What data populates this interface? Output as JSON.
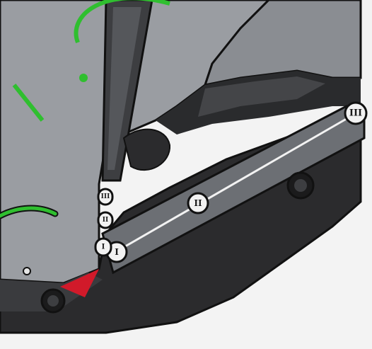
{
  "illustration": {
    "subject": "bicycle frame bottom bracket / motor housing detail",
    "colors": {
      "background": "#f3f3f3",
      "frame_light": "#8a8d92",
      "frame_mid": "#6c6f74",
      "frame_dark": "#3a3b3e",
      "housing": "#2b2b2d",
      "outline": "#111111",
      "accent_green": "#2fbf2f",
      "accent_red": "#d11a2a",
      "marker_fill": "#f2f2f2"
    }
  },
  "markers": {
    "large_upper": "III",
    "large_middle": "II",
    "large_lower": "I",
    "small_top": "III",
    "small_middle": "II",
    "small_bottom": "I"
  }
}
